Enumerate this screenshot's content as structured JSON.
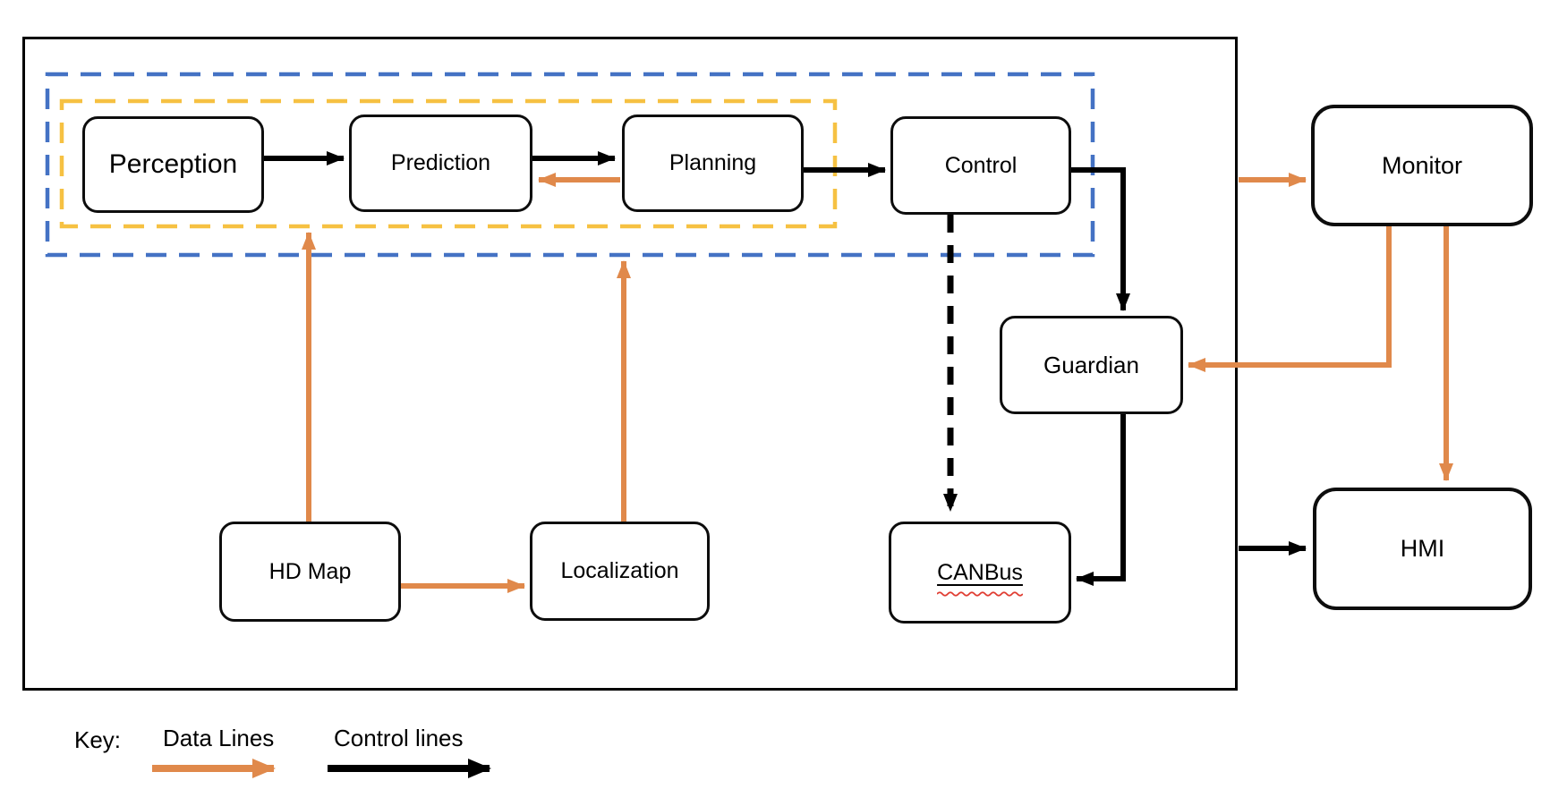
{
  "colors": {
    "data_line": "#E0894B",
    "control_line": "#000000",
    "group_blue": "#4472C4",
    "group_yellow": "#F6C142",
    "node_border": "#0d0d0d",
    "spellcheck_red": "#E03C31"
  },
  "nodes": {
    "perception": {
      "label": "Perception"
    },
    "prediction": {
      "label": "Prediction"
    },
    "planning": {
      "label": "Planning"
    },
    "control": {
      "label": "Control"
    },
    "guardian": {
      "label": "Guardian"
    },
    "canbus": {
      "label": "CANBus"
    },
    "hdmap": {
      "label": "HD Map"
    },
    "localization": {
      "label": "Localization"
    },
    "monitor": {
      "label": "Monitor"
    },
    "hmi": {
      "label": "HMI"
    }
  },
  "edges": [
    {
      "from": "perception",
      "to": "prediction",
      "type": "control"
    },
    {
      "from": "prediction",
      "to": "planning",
      "type": "control"
    },
    {
      "from": "planning",
      "to": "prediction",
      "type": "data"
    },
    {
      "from": "planning",
      "to": "control",
      "type": "control"
    },
    {
      "from": "control",
      "to": "guardian",
      "type": "control"
    },
    {
      "from": "control",
      "to": "canbus",
      "type": "control-dashed"
    },
    {
      "from": "guardian",
      "to": "canbus",
      "type": "control"
    },
    {
      "from": "hdmap",
      "to": "perception-group",
      "type": "data"
    },
    {
      "from": "localization",
      "to": "planning-group",
      "type": "data"
    },
    {
      "from": "hdmap",
      "to": "localization",
      "type": "data"
    },
    {
      "from": "system-box",
      "to": "monitor",
      "type": "data"
    },
    {
      "from": "monitor",
      "to": "guardian",
      "type": "data"
    },
    {
      "from": "monitor",
      "to": "hmi",
      "type": "data"
    },
    {
      "from": "system-box",
      "to": "hmi",
      "type": "control"
    }
  ],
  "legend": {
    "key_label": "Key:",
    "data_lines_label": "Data Lines",
    "control_lines_label": "Control lines"
  }
}
